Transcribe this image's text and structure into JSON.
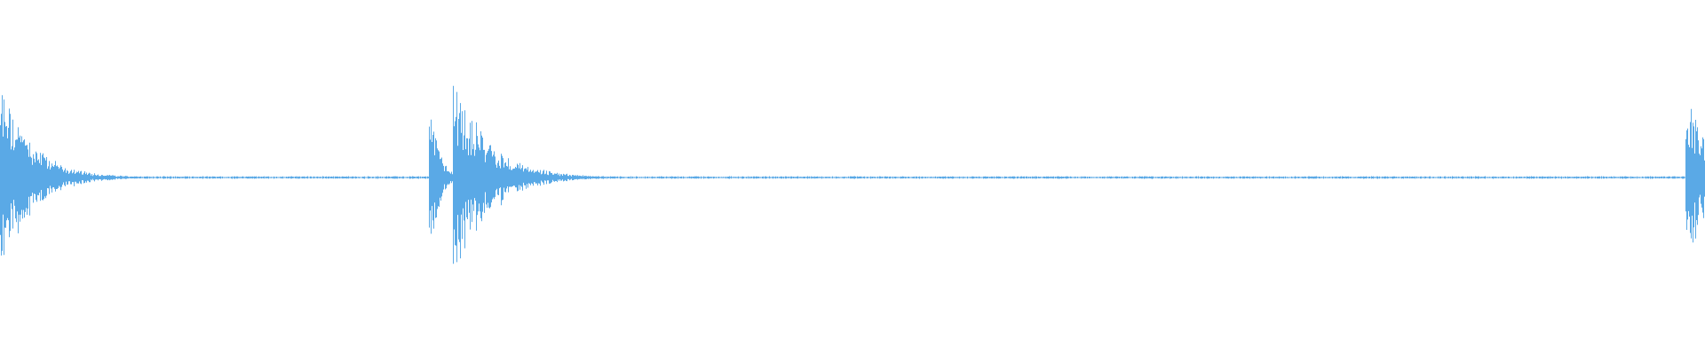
{
  "waveform": {
    "color": "#5aa9e6",
    "background": "#ffffff",
    "baseline_amplitude": 0.01,
    "transients": [
      {
        "time": 0.0,
        "amplitude": 0.97,
        "decay": 0.018,
        "secondary": [
          {
            "time": 0.01,
            "amplitude": 0.55
          }
        ]
      },
      {
        "time": 0.253,
        "amplitude": 0.68,
        "decay": 0.005,
        "secondary": []
      },
      {
        "time": 0.267,
        "amplitude": 1.0,
        "decay": 0.02,
        "secondary": [
          {
            "time": 0.275,
            "amplitude": 0.45
          }
        ]
      },
      {
        "time": 0.99,
        "amplitude": 0.95,
        "decay": 0.012,
        "secondary": []
      }
    ]
  }
}
